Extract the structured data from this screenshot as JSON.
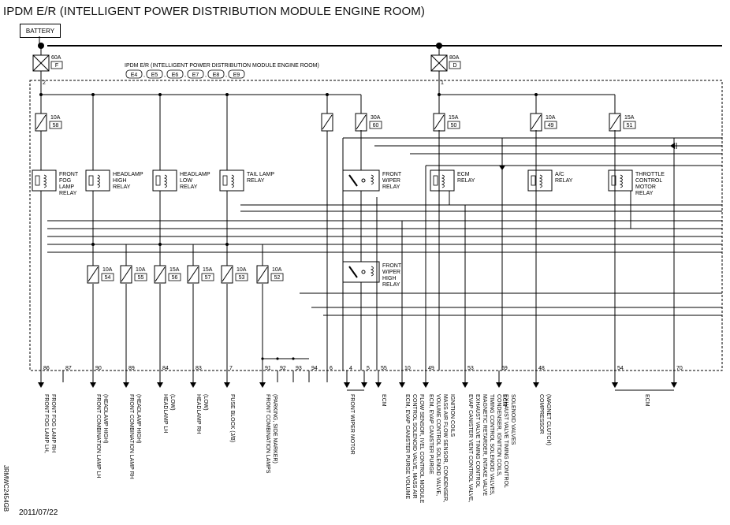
{
  "title": "IPDM E/R (INTELLIGENT POWER DISTRIBUTION MODULE ENGINE ROOM)",
  "battery_label": "BATTERY",
  "module_label": "IPDM E/R (INTELLIGENT POWER DISTRIBUTION MODULE ENGINE ROOM)",
  "connectors": [
    "E4",
    "E5",
    "E6",
    "E7",
    "E8",
    "E9"
  ],
  "main_fuses": [
    {
      "amp": "60A",
      "code": "F",
      "node": "2"
    },
    {
      "amp": "80A",
      "code": "D",
      "node": "1"
    }
  ],
  "upper_fuses": [
    {
      "amp": "10A",
      "code": "58"
    },
    {
      "amp": "30A",
      "code": "60"
    },
    {
      "amp": "15A",
      "code": "50"
    },
    {
      "amp": "10A",
      "code": "49"
    },
    {
      "amp": "15A",
      "code": "51"
    }
  ],
  "lower_fuses": [
    {
      "amp": "10A",
      "code": "54"
    },
    {
      "amp": "10A",
      "code": "55"
    },
    {
      "amp": "15A",
      "code": "56"
    },
    {
      "amp": "15A",
      "code": "57"
    },
    {
      "amp": "10A",
      "code": "53"
    },
    {
      "amp": "10A",
      "code": "52"
    }
  ],
  "relays": [
    {
      "lines": [
        "FRONT",
        "FOG",
        "LAMP",
        "RELAY"
      ]
    },
    {
      "lines": [
        "HEADLAMP",
        "HIGH",
        "RELAY"
      ]
    },
    {
      "lines": [
        "HEADLAMP",
        "LOW",
        "RELAY"
      ]
    },
    {
      "lines": [
        "TAIL LAMP",
        "RELAY"
      ]
    },
    {
      "lines": [
        "FRONT",
        "WIPER",
        "RELAY"
      ]
    },
    {
      "lines": [
        "ECM",
        "RELAY"
      ]
    },
    {
      "lines": [
        "A/C",
        "RELAY"
      ]
    },
    {
      "lines": [
        "THROTTLE",
        "CONTROL",
        "MOTOR",
        "RELAY"
      ]
    },
    {
      "lines": [
        "FRONT",
        "WIPER",
        "HIGH",
        "RELAY"
      ]
    }
  ],
  "terminals": [
    "86",
    "87",
    "90",
    "89",
    "84",
    "83",
    "7",
    "91",
    "92",
    "93",
    "94",
    "6",
    "4",
    "5",
    "55",
    "10",
    "49",
    "53",
    "69",
    "48",
    "54",
    "70"
  ],
  "outputs": [
    {
      "lines": [
        "FRONT FOG LAMP LH,",
        "FRONT FOG LAMP RH"
      ]
    },
    {
      "lines": [
        "FRONT COMBINATION LAMP LH",
        "(HEADLAMP HIGH)"
      ]
    },
    {
      "lines": [
        "FRONT COMBINATION LAMP RH",
        "(HEADLAMP HIGH)"
      ]
    },
    {
      "lines": [
        "HEADLAMP LH",
        "(LOW)"
      ]
    },
    {
      "lines": [
        "HEADLAMP RH",
        "(LOW)"
      ]
    },
    {
      "lines": [
        "FUSE BLOCK (J/B)"
      ]
    },
    {
      "lines": [
        "FRONT COMBINATION LAMPS",
        "(PARKING, SIDE MARKER)"
      ]
    },
    {
      "lines": [
        "FRONT WIPER MOTOR"
      ]
    },
    {
      "lines": [
        "ECM"
      ]
    },
    {
      "lines": [
        "ECM, EVAP CANISTER PURGE VOLUME",
        "CONTROL SOLENOID VALVE, MASS AIR",
        "FLOW SENSOR, IVEL CONTROL MODULE"
      ]
    },
    {
      "lines": [
        "ECM, EVAP CANISTER PURGE",
        "VOLUME CONTROL SOLENOID VALVE,",
        "MASS AIR FLOW SENSOR, CONDENSER,",
        "IGNITION COILS"
      ]
    },
    {
      "lines": [
        "EVAP CANISTER VENT CONTROL VALVE,",
        "EXHAUST VALVE TIMING CONTROL",
        "MAGNETIC RETARDER, INTAKE VALVE",
        "TIMING CONTROL SOLENOID VALVES,",
        "CONDENSER, IGNITION COILS,",
        "EXHAUST VALVE TIMING CONTROL",
        "SOLENOID VALVES"
      ]
    },
    {
      "lines": [
        "ECM"
      ]
    },
    {
      "lines": [
        "COMPRESSOR",
        "(MAGNET CLUTCH)"
      ]
    },
    {
      "lines": [
        "ECM"
      ]
    }
  ],
  "diagram_id": "JRMWC2454GB",
  "date": "2011/07/22"
}
